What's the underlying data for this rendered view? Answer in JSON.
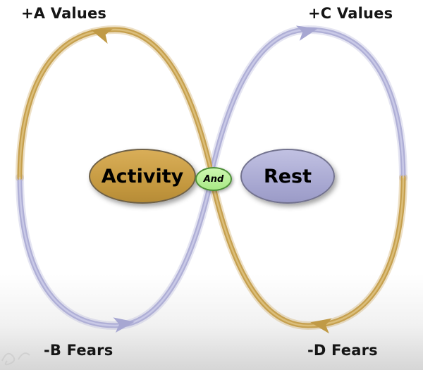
{
  "diagram": {
    "quadrant_labels": {
      "top_left": "+A Values",
      "top_right": "+C Values",
      "bottom_left": "-B Fears",
      "bottom_right": "-D Fears"
    },
    "poles": {
      "left": "Activity",
      "connector": "And",
      "right": "Rest"
    },
    "colors": {
      "loop_gold": "#C6A04E",
      "loop_lavender": "#AFAFD6",
      "activity_fill": "#C3973E",
      "rest_fill": "#A6A6D0",
      "connector_green": "#A9E986",
      "label_text": "#151515"
    }
  }
}
